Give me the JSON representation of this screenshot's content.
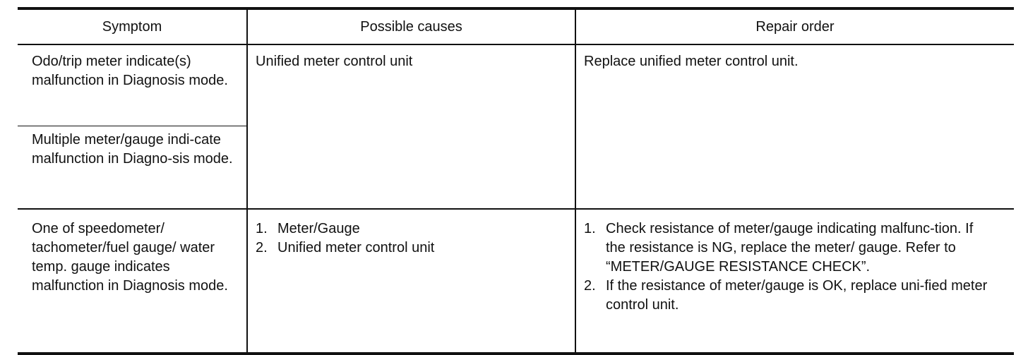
{
  "headers": {
    "symptom": "Symptom",
    "causes": "Possible causes",
    "repair": "Repair order"
  },
  "rows": [
    {
      "symptom": "Odo/trip meter indicate(s) malfunction in Diagnosis mode."
    },
    {
      "symptom": "Multiple meter/gauge indi-cate malfunction in Diagno-sis mode."
    },
    {
      "symptom": "One of speedometer/ tachometer/fuel gauge/ water temp. gauge indicates malfunction in Diagnosis mode."
    }
  ],
  "group1": {
    "cause": "Unified meter control unit",
    "repair": "Replace unified meter control unit."
  },
  "group2": {
    "causes": [
      {
        "num": "1.",
        "text": "Meter/Gauge"
      },
      {
        "num": "2.",
        "text": "Unified meter control unit"
      }
    ],
    "repairs": [
      {
        "num": "1.",
        "text": "Check resistance of meter/gauge indicating malfunc-tion. If the resistance is NG, replace the meter/ gauge. Refer to “METER/GAUGE RESISTANCE CHECK”."
      },
      {
        "num": "2.",
        "text": "If the resistance of meter/gauge is OK, replace uni-fied meter control unit."
      }
    ]
  }
}
